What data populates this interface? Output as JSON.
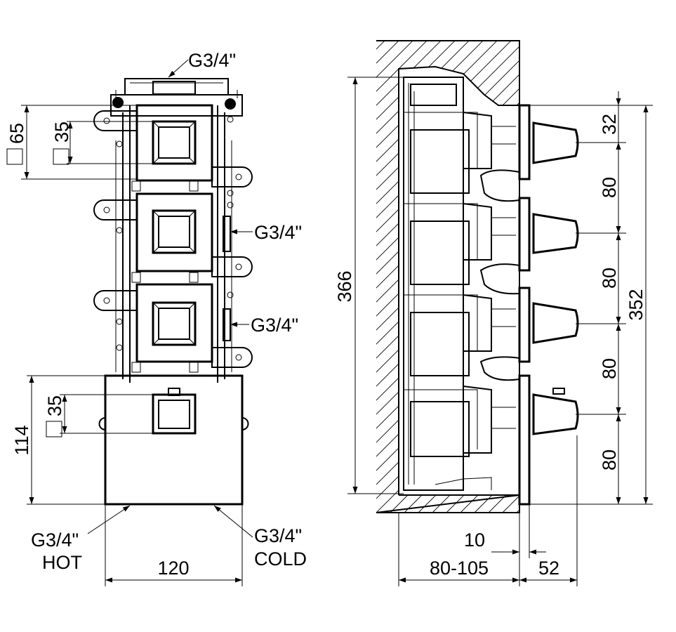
{
  "front_view": {
    "top_connection": "G3/4\"",
    "side_connection_1": "G3/4\"",
    "side_connection_2": "G3/4\"",
    "bottom_left_connection": "G3/4\"",
    "bottom_left_sub": "HOT",
    "bottom_right_connection": "G3/4\"",
    "bottom_right_sub": "COLD",
    "dim_outer_square": "65",
    "dim_inner_square": "35",
    "dim_plate_square": "35",
    "dim_plate_height": "114",
    "dim_plate_width": "120"
  },
  "side_view": {
    "dim_total_height": "366",
    "dim_overall": "352",
    "dim_spacing_1": "32",
    "dim_spacing_2": "80",
    "dim_spacing_3": "80",
    "dim_spacing_4": "80",
    "dim_spacing_5": "80",
    "dim_wall_depth": "80-105",
    "dim_offset": "10",
    "dim_handle": "52"
  }
}
